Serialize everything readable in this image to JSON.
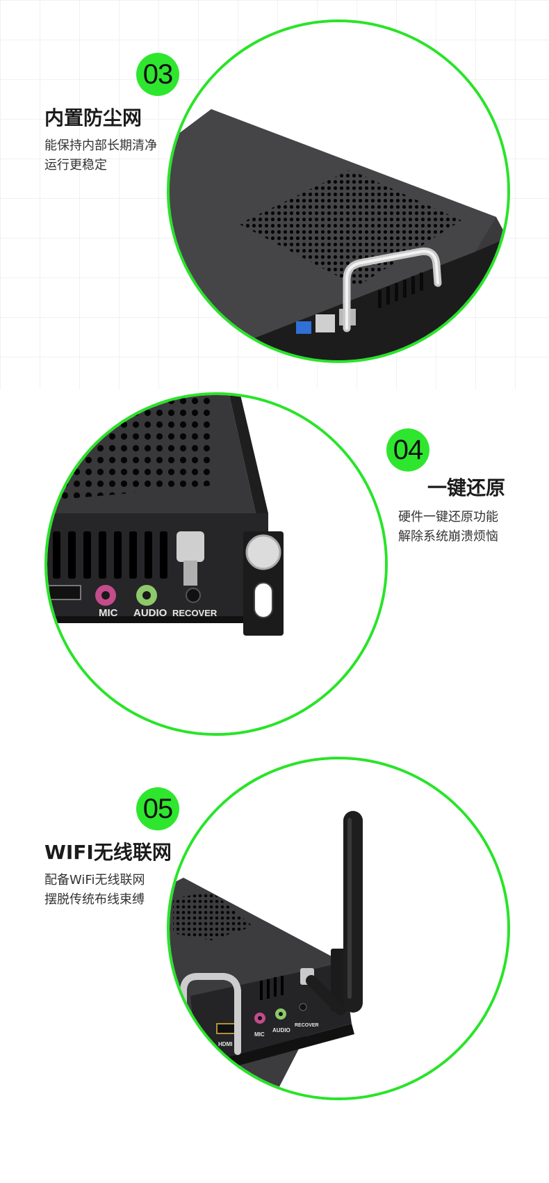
{
  "features": [
    {
      "number": "03",
      "title": "内置防尘网",
      "desc_lines": [
        "能保持内部长期清净",
        "运行更稳定"
      ]
    },
    {
      "number": "04",
      "title": "一键还原",
      "desc_lines": [
        "硬件一键还原功能",
        "解除系统崩溃烦恼"
      ],
      "port_labels": [
        "MIC",
        "AUDIO",
        "RECOVER"
      ]
    },
    {
      "number": "05",
      "title": "WIFI无线联网",
      "desc_lines": [
        "配备WiFi无线联网",
        "摆脱传统布线束缚"
      ],
      "port_labels": [
        "MIC",
        "AUDIO",
        "RECOVER",
        "HDMI"
      ]
    }
  ],
  "colors": {
    "accent": "#2fe62f",
    "ring": "#28e428",
    "device": "#2b2b2d"
  }
}
